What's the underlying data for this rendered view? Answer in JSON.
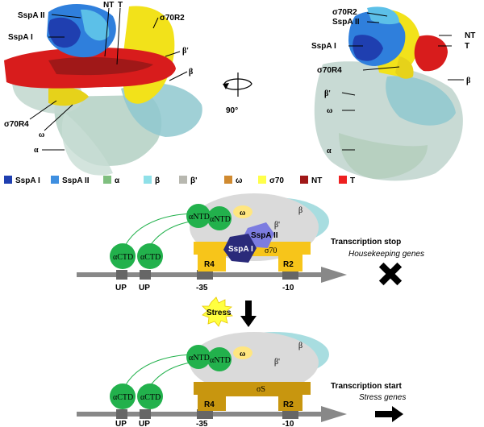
{
  "structure_left": {
    "labels": {
      "sspa2": "SspA II",
      "nt": "NT",
      "t": "T",
      "sigma_r2": "σ70R2",
      "sspa1": "SspA I",
      "beta_prime": "β'",
      "beta": "β",
      "sigma_r4": "σ70R4",
      "omega": "ω",
      "alpha": "α"
    }
  },
  "rotation": {
    "label": "90°"
  },
  "structure_right": {
    "labels": {
      "sigma_r2": "σ70R2",
      "sspa2": "SspA II",
      "sspa1": "SspA I",
      "nt": "NT",
      "t": "T",
      "sigma_r4": "σ70R4",
      "beta": "β",
      "beta_prime": "β'",
      "omega": "ω",
      "alpha": "α"
    }
  },
  "legend": [
    {
      "label": "SspA I",
      "color": "#1f3fb0"
    },
    {
      "label": "SspA II",
      "color": "#3f8fe0"
    },
    {
      "label": "α",
      "color": "#7fbf7f"
    },
    {
      "label": "β",
      "color": "#8fe0e8"
    },
    {
      "label": "β'",
      "color": "#b8b8b0"
    },
    {
      "label": "ω",
      "color": "#d08a30"
    },
    {
      "label": "σ70",
      "color": "#ffff4a"
    },
    {
      "label": "NT",
      "color": "#a01818"
    },
    {
      "label": "T",
      "color": "#ee2020"
    }
  ],
  "panel_top": {
    "alpha_ctd_1": "αCTD",
    "alpha_ctd_2": "αCTD",
    "alpha_ntd_1": "αNTD",
    "alpha_ntd_2": "αNTD",
    "omega": "ω",
    "beta": "β",
    "beta_prime": "β'",
    "sspa2": "SspA II",
    "sspa1": "SspA I",
    "sigma": "σ70",
    "r4": "R4",
    "r2": "R2",
    "up1": "UP",
    "up2": "UP",
    "m35": "-35",
    "m10": "-10",
    "status": "Transcription stop",
    "status_sub": "Housekeeping genes",
    "status_color": "#000000"
  },
  "stress": {
    "label": "Stress",
    "color": "#ffff40"
  },
  "panel_bottom": {
    "alpha_ctd_1": "αCTD",
    "alpha_ctd_2": "αCTD",
    "alpha_ntd_1": "αNTD",
    "alpha_ntd_2": "αNTD",
    "omega": "ω",
    "beta": "β",
    "beta_prime": "β'",
    "sigma": "σS",
    "r4": "R4",
    "r2": "R2",
    "up1": "UP",
    "up2": "UP",
    "m35": "-35",
    "m10": "-10",
    "status": "Transcription start",
    "status_sub": "Stress genes"
  },
  "colors": {
    "green_circle": "#22b14c",
    "beta_cyan": "#a8dde0",
    "beta_prime_gray": "#dadada",
    "omega_yellow": "#ffe680",
    "sigma70_yellow": "#f7c51a",
    "sigmaS_olive": "#c8960f",
    "sspa1_navy": "#2a2a7a",
    "sspa2_purple": "#7c7ce0",
    "dna_gray": "#888888"
  }
}
